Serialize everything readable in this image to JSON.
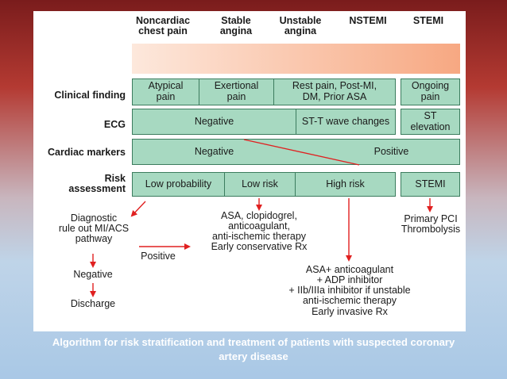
{
  "header": {
    "noncardiac": [
      "Noncardiac",
      "chest pain"
    ],
    "stable": [
      "Stable",
      "angina"
    ],
    "unstable": [
      "Unstable",
      "angina"
    ],
    "nstemi": "NSTEMI",
    "stemi": "STEMI"
  },
  "rows": {
    "clinical_finding": {
      "label": "Clinical finding",
      "cells": [
        [
          "Atypical",
          "pain"
        ],
        [
          "Exertional",
          "pain"
        ],
        [
          "Rest pain, Post-MI,",
          "DM, Prior ASA"
        ],
        [
          "Ongoing",
          "pain"
        ]
      ]
    },
    "ecg": {
      "label": "ECG",
      "cells": [
        [
          "Negative"
        ],
        [
          "ST-T wave changes"
        ],
        [
          "ST",
          "elevation"
        ]
      ]
    },
    "cardiac_markers": {
      "label": "Cardiac markers",
      "cells": [
        [
          "Negative"
        ],
        [
          "Positive"
        ]
      ]
    },
    "risk": {
      "label": [
        "Risk",
        "assessment"
      ],
      "cells": [
        [
          "Low probability"
        ],
        [
          "Low risk"
        ],
        [
          "High risk"
        ],
        [
          "STEMI"
        ]
      ]
    }
  },
  "flow": {
    "diagnostic": [
      "Diagnostic",
      "rule out MI/ACS",
      "pathway"
    ],
    "positive": "Positive",
    "negative": "Negative",
    "discharge": "Discharge",
    "lowrisk_tx": [
      "ASA, clopidogrel,",
      "anticoagulant,",
      "anti-ischemic therapy",
      "Early conservative Rx"
    ],
    "highrisk_tx": [
      "ASA+ anticoagulant",
      "+ ADP inhibitor",
      "+ IIb/IIIa inhibitor if unstable",
      "anti-ischemic therapy",
      "Early invasive Rx"
    ],
    "stemi_tx": [
      "Primary PCI",
      "Thrombolysis"
    ]
  },
  "caption": [
    "Algorithm for risk stratification and treatment of patients with suspected coronary",
    "artery disease"
  ],
  "colors": {
    "box_fill": "#a7d9c1",
    "box_border": "#3c7c5e",
    "arrow": "#e02020",
    "gradient_start": "#fde8dc",
    "gradient_end": "#f7a882"
  }
}
